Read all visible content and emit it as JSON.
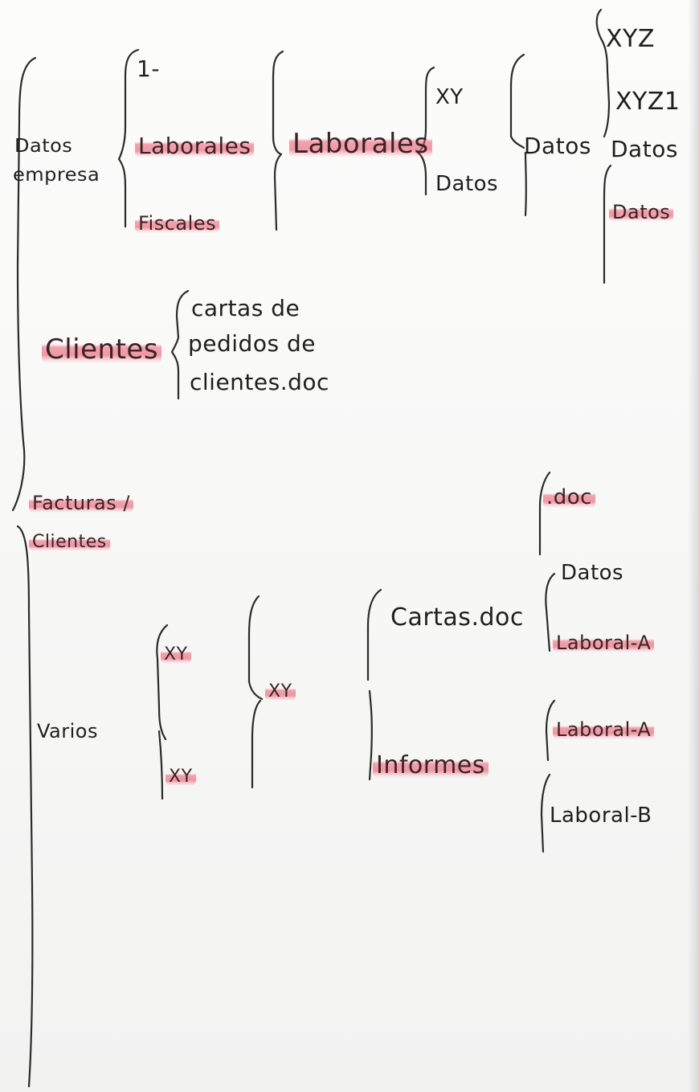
{
  "labels": {
    "datos_empresa_1": "Datos",
    "datos_empresa_2": "empresa",
    "one_dash": "1-",
    "laborales_1": "Laborales",
    "fiscales": "Fiscales",
    "laborales_2": "Laborales",
    "xy_top": "XY",
    "datos_mid": "Datos",
    "datos_branch": "Datos",
    "xyz": "XYZ",
    "xyz1": "XYZ1",
    "datos_right_1": "Datos",
    "datos_right_2": "Datos",
    "clientes": "Clientes",
    "cartas_1": "cartas de",
    "cartas_2": "pedidos de",
    "cartas_3": "clientes.doc",
    "facturas_1": "Facturas /",
    "facturas_2": "Clientes",
    "varios": "Varios",
    "xy_a": "XY",
    "xy_b": "XY",
    "xy_c": "XY",
    "cartas_doc": "Cartas.doc",
    "informes": "Informes",
    "doc": ".doc",
    "datos_bottom": "Datos",
    "laboral_a_1": "Laboral-A",
    "laboral_a_2": "Laboral-A",
    "laboral_b": "Laboral-B"
  },
  "colors": {
    "ink": "#2b2b2b",
    "highlight": "#ec5a70",
    "paper": "#f8f8f7"
  }
}
